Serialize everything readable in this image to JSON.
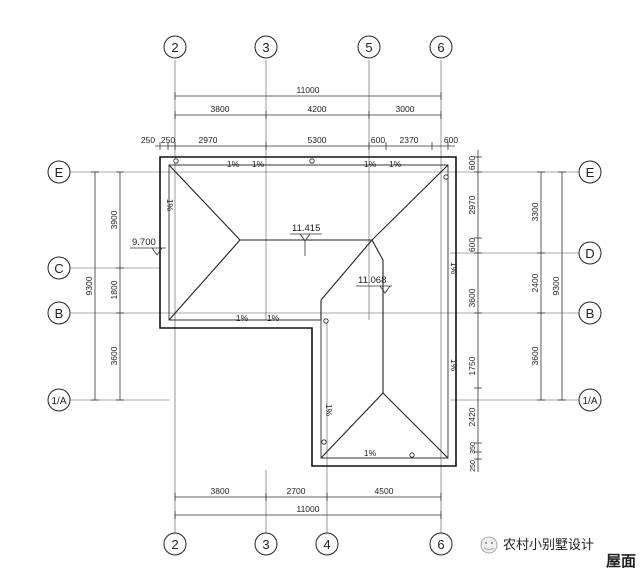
{
  "axes": {
    "top": [
      "2",
      "3",
      "5",
      "6"
    ],
    "bottom": [
      "2",
      "3",
      "4",
      "6"
    ],
    "left": [
      "E",
      "C",
      "B",
      "1/A"
    ],
    "right": [
      "E",
      "D",
      "B",
      "1/A"
    ]
  },
  "dims": {
    "top_total": "11000",
    "top_row2": [
      "3800",
      "4200",
      "3000"
    ],
    "top_row3": [
      "250",
      "250",
      "2970",
      "5300",
      "600",
      "2370",
      "600"
    ],
    "left_outer": "9300",
    "left_inner": [
      "3900",
      "1800",
      "3600"
    ],
    "right_inner": [
      "600",
      "2970",
      "600",
      "3600",
      "1750",
      "2420",
      "350",
      "250"
    ],
    "right_mid": [
      "3300",
      "2400",
      "3600"
    ],
    "right_outer": "9300",
    "bottom_row": [
      "3800",
      "2700",
      "4500"
    ],
    "bottom_total": "11000"
  },
  "slopes": [
    "1%",
    "1%",
    "1%",
    "1%",
    "1%",
    "1%",
    "1%",
    "1%",
    "1%",
    "1%",
    "1%"
  ],
  "elevations": [
    "11.415",
    "9.700",
    "11.068"
  ],
  "watermark": {
    "brand": "农村小别墅设计",
    "title": "屋面"
  }
}
